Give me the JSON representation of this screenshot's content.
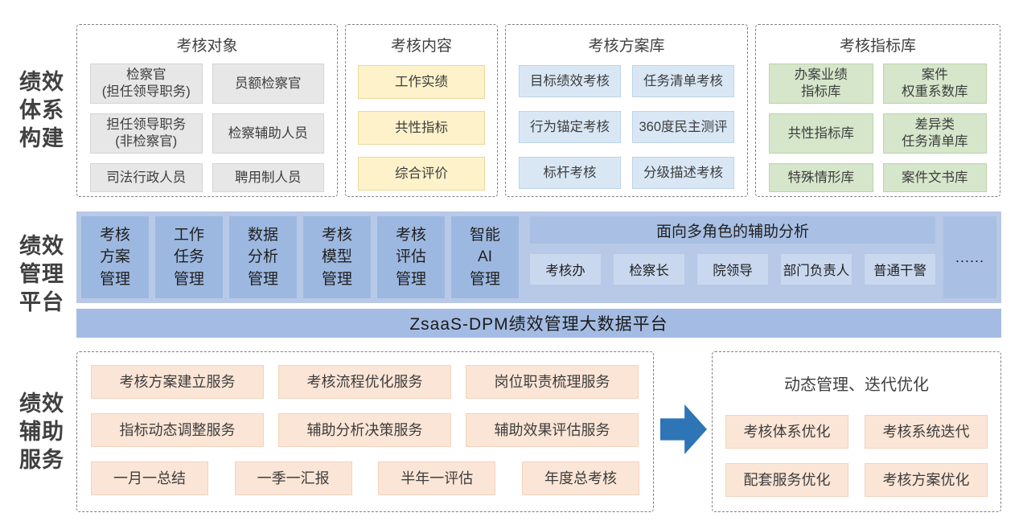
{
  "left_labels": [
    "绩效\n体系\n构建",
    "绩效\n管理\n平台",
    "绩效\n辅助\n服务"
  ],
  "top": {
    "groups": [
      {
        "title": "考核对象",
        "items": [
          "检察官\n(担任领导职务)",
          "员额检察官",
          "担任领导职务\n(非检察官)",
          "检察辅助人员",
          "司法行政人员",
          "聘用制人员"
        ]
      },
      {
        "title": "考核内容",
        "items": [
          "工作实绩",
          "共性指标",
          "综合评价"
        ]
      },
      {
        "title": "考核方案库",
        "items": [
          "目标绩效考核",
          "任务清单考核",
          "行为锚定考核",
          "360度民主测评",
          "标杆考核",
          "分级描述考核"
        ]
      },
      {
        "title": "考核指标库",
        "items": [
          "办案业绩\n指标库",
          "案件\n权重系数库",
          "共性指标库",
          "差异类\n任务清单库",
          "特殊情形库",
          "案件文书库"
        ]
      }
    ]
  },
  "platform": {
    "modules": [
      "考核\n方案\n管理",
      "工作\n任务\n管理",
      "数据\n分析\n管理",
      "考核\n模型\n管理",
      "考核\n评估\n管理",
      "智能\nAI\n管理"
    ],
    "analysis": {
      "title": "面向多角色的辅助分析",
      "roles": [
        "考核办",
        "检察长",
        "院领导",
        "部门负责人",
        "普通干警"
      ]
    },
    "ellipsis": "......",
    "base_bar": "ZsaaS-DPM绩效管理大数据平台"
  },
  "services": {
    "rows": [
      [
        "考核方案建立服务",
        "考核流程优化服务",
        "岗位职责梳理服务"
      ],
      [
        "指标动态调整服务",
        "辅助分析决策服务",
        "辅助效果评估服务"
      ],
      [
        "一月一总结",
        "一季一汇报",
        "半年一评估",
        "年度总考核"
      ]
    ],
    "optimization": {
      "title": "动态管理、迭代优化",
      "items": [
        "考核体系优化",
        "考核系统迭代",
        "配套服务优化",
        "考核方案优化"
      ]
    }
  },
  "colors": {
    "gray_box": "#e8e7e7",
    "yellow_box": "#fef2cb",
    "blue_box": "#d9e7f5",
    "green_box": "#d6e6cb",
    "band": "#b7c9e6",
    "module_box": "#9db8e0",
    "role_box": "#c9d8ef",
    "platform_bar": "#a4bce3",
    "peach_box": "#fbe5d6",
    "arrow": "#2e75b6"
  }
}
